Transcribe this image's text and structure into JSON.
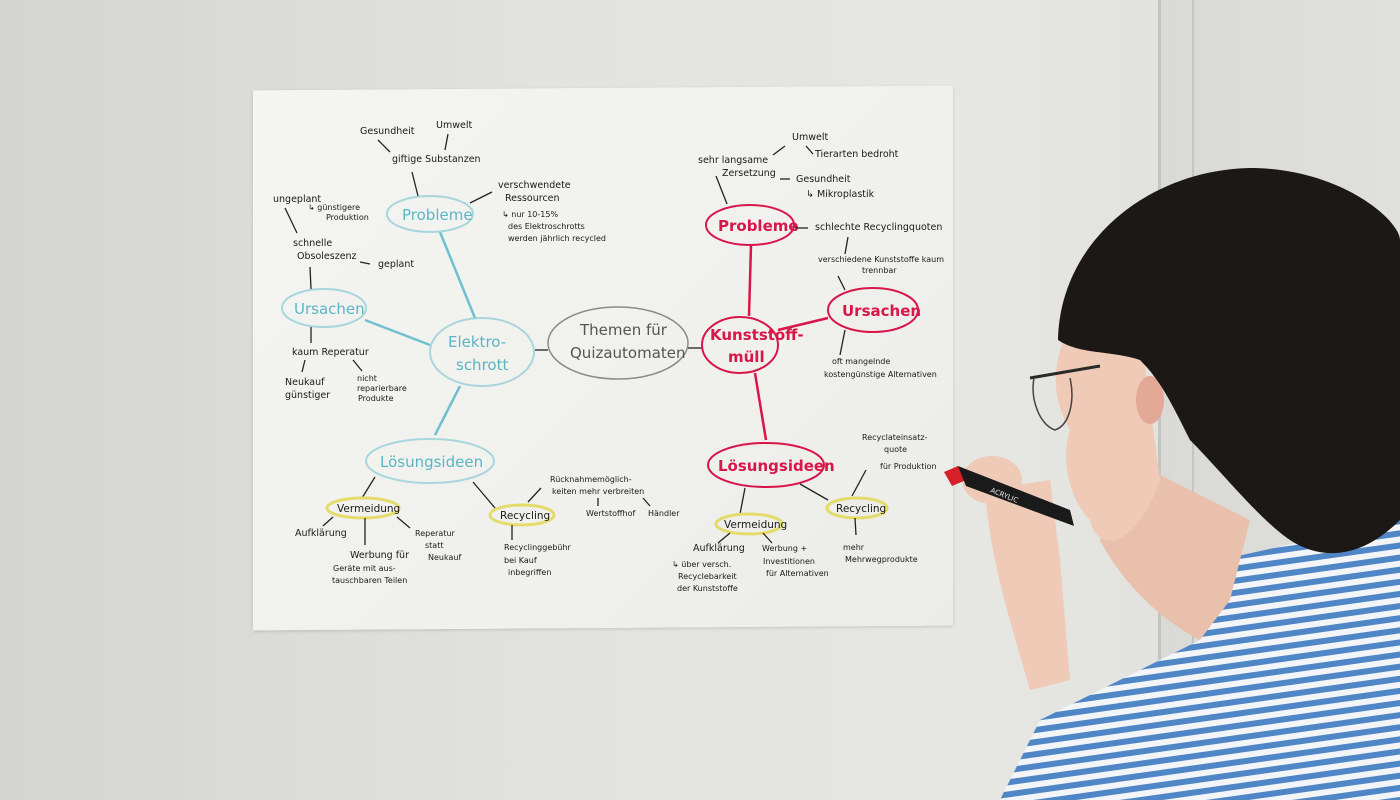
{
  "scene": {
    "description": "Person writing on a hand-drawn mind map poster on a wall",
    "colors": {
      "wall": "#e2e2de",
      "poster": "#f2f2ef",
      "blue_ink": "#5ab6c4",
      "red_ink": "#d8164a",
      "highlight_yellow": "#e4dc6a",
      "hair": "#1c1816",
      "shirt_stripe": "#4f86c6"
    }
  },
  "mindmap": {
    "center": {
      "line1": "Themen für",
      "line2": "Quizautomaten"
    },
    "left": {
      "topic": {
        "line1": "Elektro-",
        "line2": "schrott"
      },
      "probleme": {
        "label": "Probleme",
        "giftige": "giftige Substanzen",
        "gesundheit": "Gesundheit",
        "umwelt": "Umwelt",
        "ressourcen1": "verschwendete",
        "ressourcen2": "Ressourcen",
        "quote1": "↳ nur 10-15%",
        "quote2": "des Elektroschrotts",
        "quote3": "werden jährlich recycled"
      },
      "ursachen": {
        "label": "Ursachen",
        "obs1": "schnelle",
        "obs2": "Obsoleszenz",
        "ungeplant": "ungeplant",
        "guenstig1": "↳ günstigere",
        "guenstig2": "Produktion",
        "geplant": "geplant",
        "reparatur": "kaum Reperatur",
        "neukauf1": "Neukauf",
        "neukauf2": "günstiger",
        "nicht1": "nicht",
        "nicht2": "reparierbare",
        "nicht3": "Produkte"
      },
      "loesungen": {
        "label": "Lösungsideen",
        "vermeidung": "Vermeidung",
        "aufklaerung": "Aufklärung",
        "werbung1": "Werbung für",
        "werbung2": "Geräte mit aus-",
        "werbung3": "tauschbaren Teilen",
        "rep1": "Reperatur",
        "rep2": "statt",
        "rep3": "Neukauf",
        "recycling": "Recycling",
        "gebuehr1": "Recyclinggebühr",
        "gebuehr2": "bei Kauf",
        "gebuehr3": "inbegriffen",
        "rueck1": "Rücknahmemöglich-",
        "rueck2": "keiten mehr verbreiten",
        "wertstoffhof": "Wertstoffhof",
        "haendler": "Händler"
      }
    },
    "right": {
      "topic": {
        "line1": "Kunststoff-",
        "line2": "müll"
      },
      "probleme": {
        "label": "Probleme",
        "zers1": "sehr langsame",
        "zers2": "Zersetzung",
        "umwelt": "Umwelt",
        "tierarten": "Tierarten bedroht",
        "gesundheit": "Gesundheit",
        "mikro": "↳ Mikroplastik",
        "quoten": "schlechte Recyclingquoten",
        "trenn1": "verschiedene Kunststoffe kaum",
        "trenn2": "trennbar"
      },
      "ursachen": {
        "label": "Ursachen",
        "alt1": "oft mangelnde",
        "alt2": "kostengünstige Alternativen"
      },
      "loesungen": {
        "label": "Lösungsideen",
        "vermeidung": "Vermeidung",
        "aufklaerung": "Aufklärung",
        "ueber1": "↳ über versch.",
        "ueber2": "Recyclebarkeit",
        "ueber3": "der Kunststoffe",
        "werbung1": "Werbung +",
        "werbung2": "Investitionen",
        "werbung3": "für Alternativen",
        "recycling": "Recycling",
        "mehr1": "mehr",
        "mehr2": "Mehrwegprodukte",
        "quote1": "Recyclateinsatz-",
        "quote2": "quote",
        "quote3": "für Produktion"
      }
    }
  },
  "marker": {
    "brand": "ACRYLIC"
  }
}
